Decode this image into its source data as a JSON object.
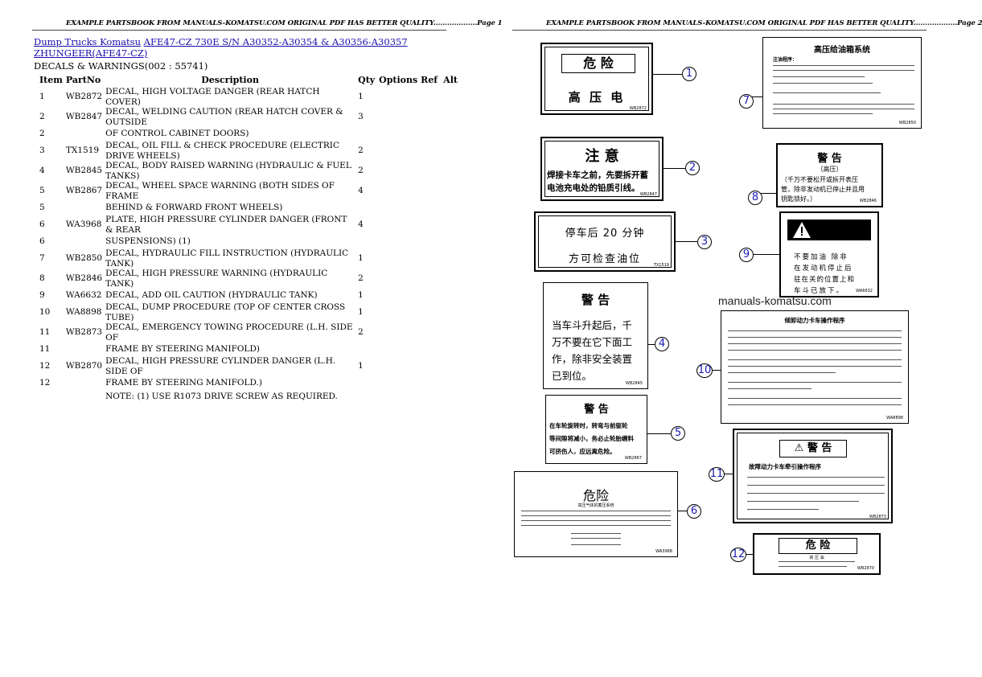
{
  "page1": {
    "header": "EXAMPLE PARTSBOOK FROM MANUALS-KOMATSU.COM ORIGINAL PDF HAS BETTER QUALITY...................Page 1",
    "breadcrumb": {
      "link1": "Dump Trucks Komatsu",
      "link2": "AFE47-CZ 730E S/N A30352-A30354 & A30356-A30357 ZHUNGEER(AFE47-CZ)"
    },
    "section": "DECALS & WARNINGS(002 : 55741)",
    "columns": [
      "Item",
      "PartNo",
      "Description",
      "Qty",
      "Options",
      "Ref",
      "Alt"
    ],
    "rows": [
      {
        "item": "1",
        "part": "WB2872",
        "desc": "DECAL, HIGH VOLTAGE DANGER (REAR HATCH COVER)",
        "qty": "1"
      },
      {
        "item": "2",
        "part": "WB2847",
        "desc": "DECAL, WELDING CAUTION (REAR HATCH COVER & OUTSIDE",
        "qty": "3"
      },
      {
        "item": "2",
        "part": "",
        "desc": "OF CONTROL CABINET DOORS)",
        "qty": ""
      },
      {
        "item": "3",
        "part": "TX1519",
        "desc": "DECAL, OIL FILL & CHECK PROCEDURE (ELECTRIC DRIVE WHEELS)",
        "qty": "2"
      },
      {
        "item": "4",
        "part": "WB2845",
        "desc": "DECAL, BODY RAISED WARNING (HYDRAULIC & FUEL TANKS)",
        "qty": "2"
      },
      {
        "item": "5",
        "part": "WB2867",
        "desc": "DECAL, WHEEL SPACE WARNING (BOTH SIDES OF FRAME",
        "qty": "4"
      },
      {
        "item": "5",
        "part": "",
        "desc": "BEHIND & FORWARD FRONT WHEELS)",
        "qty": ""
      },
      {
        "item": "6",
        "part": "WA3968",
        "desc": "PLATE, HIGH PRESSURE CYLINDER DANGER (FRONT & REAR",
        "qty": "4"
      },
      {
        "item": "6",
        "part": "",
        "desc": "SUSPENSIONS) (1)",
        "qty": ""
      },
      {
        "item": "7",
        "part": "WB2850",
        "desc": "DECAL, HYDRAULIC FILL INSTRUCTION (HYDRAULIC TANK)",
        "qty": "1"
      },
      {
        "item": "8",
        "part": "WB2846",
        "desc": "DECAL, HIGH PRESSURE WARNING (HYDRAULIC TANK)",
        "qty": "2"
      },
      {
        "item": "9",
        "part": "WA6632",
        "desc": "DECAL, ADD OIL CAUTION (HYDRAULIC TANK)",
        "qty": "1"
      },
      {
        "item": "10",
        "part": "WA8898",
        "desc": "DECAL, DUMP PROCEDURE (TOP OF CENTER CROSS TUBE)",
        "qty": "1"
      },
      {
        "item": "11",
        "part": "WB2873",
        "desc": "DECAL, EMERGENCY TOWING PROCEDURE (L.H. SIDE OF",
        "qty": "2"
      },
      {
        "item": "11",
        "part": "",
        "desc": "FRAME BY STEERING MANIFOLD)",
        "qty": ""
      },
      {
        "item": "12",
        "part": "WB2870",
        "desc": "DECAL, HIGH PRESSURE CYLINDER DANGER (L.H. SIDE OF",
        "qty": "1"
      },
      {
        "item": "12",
        "part": "",
        "desc": "FRAME BY STEERING MANIFOLD.)",
        "qty": ""
      },
      {
        "item": "",
        "part": "",
        "desc": "NOTE: (1) USE R1073 DRIVE SCREW AS REQUIRED.",
        "qty": ""
      }
    ]
  },
  "page2": {
    "header": "EXAMPLE PARTSBOOK FROM MANUALS-KOMATSU.COM ORIGINAL PDF HAS BETTER QUALITY...................Page 2",
    "watermark": "manuals-komatsu.com",
    "decals": {
      "d1": {
        "title": "危 险",
        "text": "高 压 电",
        "code": "WB2872"
      },
      "d2": {
        "title": "注 意",
        "line1": "焊接卡车之前，先要拆开蓄",
        "line2": "电池充电处的铅质引线。",
        "code": "WB2847"
      },
      "d3": {
        "line1": "停车后 20 分钟",
        "line2": "方可检查油位",
        "code": "TX1519"
      },
      "d4": {
        "title": "警 告",
        "line1": "当车斗升起后，千",
        "line2": "万不要在它下面工",
        "line3": "作，除非安全装置",
        "line4": "已到位。",
        "code": "WB2845"
      },
      "d5": {
        "title": "警 告",
        "line1": "在车轮旋转时，转弯与前驱轮",
        "line2": "等间隙将减小，务必止轮胎缠料",
        "line3": "可挤伤人，应远离危险。",
        "code": "WB2867"
      },
      "d6": {
        "title": "危险",
        "sub": "高压气体的蓄压系统",
        "code": "WA3968"
      },
      "d7": {
        "title": "高压给油箱系统",
        "sub": "注油程序：",
        "code": "WB2850"
      },
      "d8": {
        "title": "警 告",
        "sub": "（高压）",
        "line1": "（千万不要松开或拆开表压",
        "line2": "管，除非发动机已停止并且用",
        "line3": "钥匙锁好。）",
        "code": "WB2846"
      },
      "d9": {
        "line1": "不要加油 除非",
        "line2": "在发动机停止后",
        "line3": "驻在关的位置上和",
        "line4": "车斗已放下。",
        "code": "WA6632"
      },
      "d10": {
        "title": "倾卸动力卡车操作程序",
        "code": "WA8898"
      },
      "d11": {
        "title": "⚠ 警 告",
        "sub": "故障动力卡车牵引操作程序",
        "code": "WB2873"
      },
      "d12": {
        "title": "危 险",
        "sub": "高 压 油",
        "code": "WB2870"
      }
    },
    "callouts": [
      "1",
      "2",
      "3",
      "4",
      "5",
      "6",
      "7",
      "8",
      "9",
      "10",
      "11",
      "12"
    ]
  }
}
